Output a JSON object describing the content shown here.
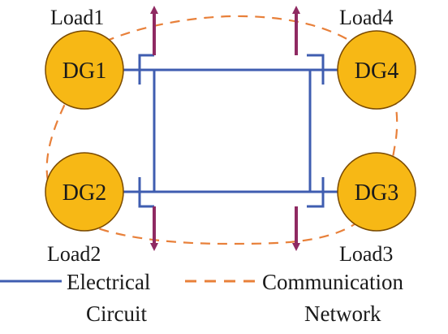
{
  "colors": {
    "node_fill": "#F7B815",
    "node_stroke": "#7A4A00",
    "electrical": "#3F5DB0",
    "communication": "#E8803A",
    "load_arrow": "#8F2A62"
  },
  "nodes": [
    {
      "id": "dg1",
      "label": "DG1",
      "load_label": "Load1"
    },
    {
      "id": "dg2",
      "label": "DG2",
      "load_label": "Load2"
    },
    {
      "id": "dg3",
      "label": "DG3",
      "load_label": "Load3"
    },
    {
      "id": "dg4",
      "label": "DG4",
      "load_label": "Load4"
    }
  ],
  "legend": {
    "electrical": {
      "line1": "Electrical",
      "line2": "Circuit"
    },
    "communication": {
      "line1": "Communication",
      "line2": "Network"
    }
  }
}
